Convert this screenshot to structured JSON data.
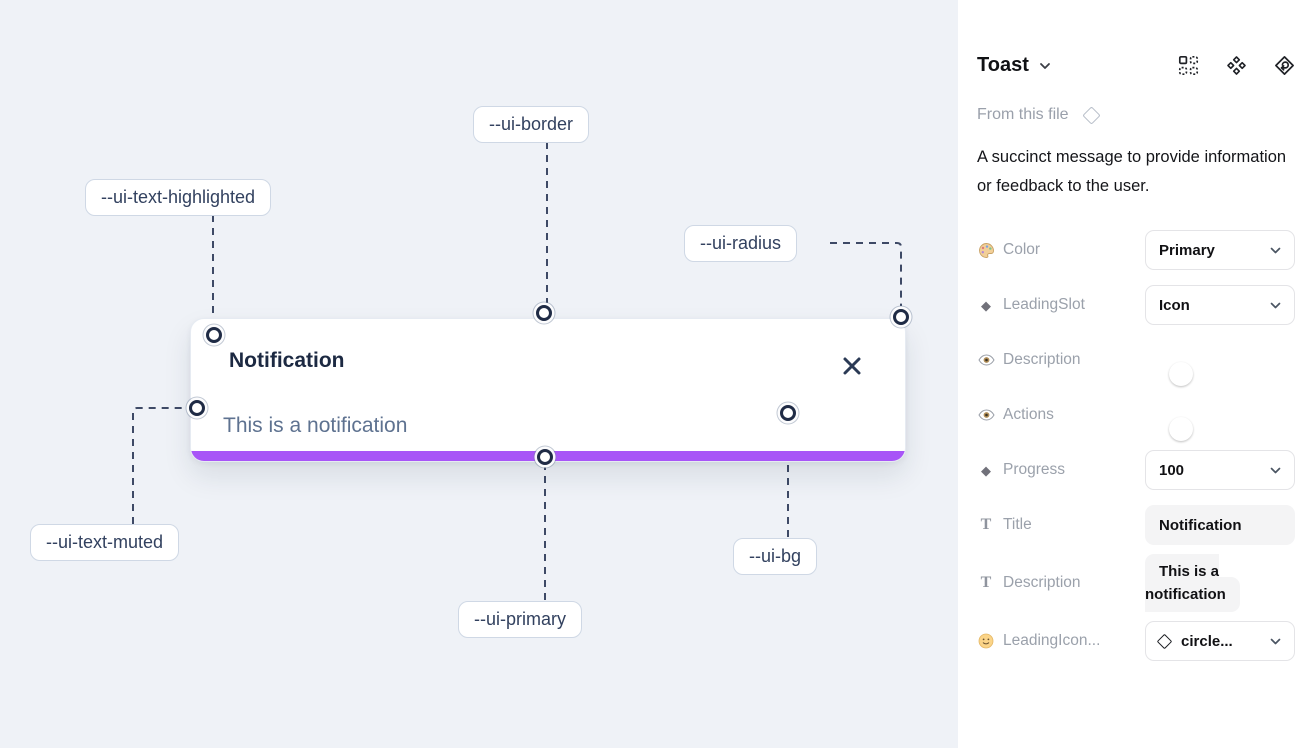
{
  "canvas": {
    "toast": {
      "title": "Notification",
      "description": "This is a notification"
    },
    "labels": [
      {
        "text": "--ui-border"
      },
      {
        "text": "--ui-text-highlighted"
      },
      {
        "text": "--ui-radius"
      },
      {
        "text": "--ui-text-muted"
      },
      {
        "text": "--ui-primary"
      },
      {
        "text": "--ui-bg"
      }
    ]
  },
  "panel": {
    "title": "Toast",
    "header_icons": [
      "variants-grid-icon",
      "component-icon",
      "go-back-icon"
    ],
    "source_label": "From this file",
    "description": "A succinct message to provide information or feedback to the user.",
    "props": [
      {
        "icon": "palette-icon",
        "label": "Color",
        "control": "dropdown",
        "value": "Primary"
      },
      {
        "icon": "diamond-icon",
        "label": "LeadingSlot",
        "control": "dropdown",
        "value": "Icon"
      },
      {
        "icon": "eye-icon",
        "label": "Description",
        "control": "toggle",
        "on": true
      },
      {
        "icon": "eye-icon",
        "label": "Actions",
        "control": "toggle",
        "on": true
      },
      {
        "icon": "diamond-icon",
        "label": "Progress",
        "control": "dropdown",
        "value": "100"
      },
      {
        "icon": "text-icon",
        "label": "Title",
        "control": "textfield",
        "value": "Notification"
      },
      {
        "icon": "text-icon",
        "label": "Description",
        "control": "textfield",
        "value": "This is a notification"
      },
      {
        "icon": "smiley-icon",
        "label": "LeadingIcon...",
        "control": "icon-dropdown",
        "value": "circle..."
      }
    ]
  },
  "colors": {
    "primary": "#a855f7",
    "toggle_on": "#1b9df3",
    "canvas_bg": "#eff2f7",
    "toast_title": "#1c2942",
    "toast_muted": "#5e7290"
  }
}
